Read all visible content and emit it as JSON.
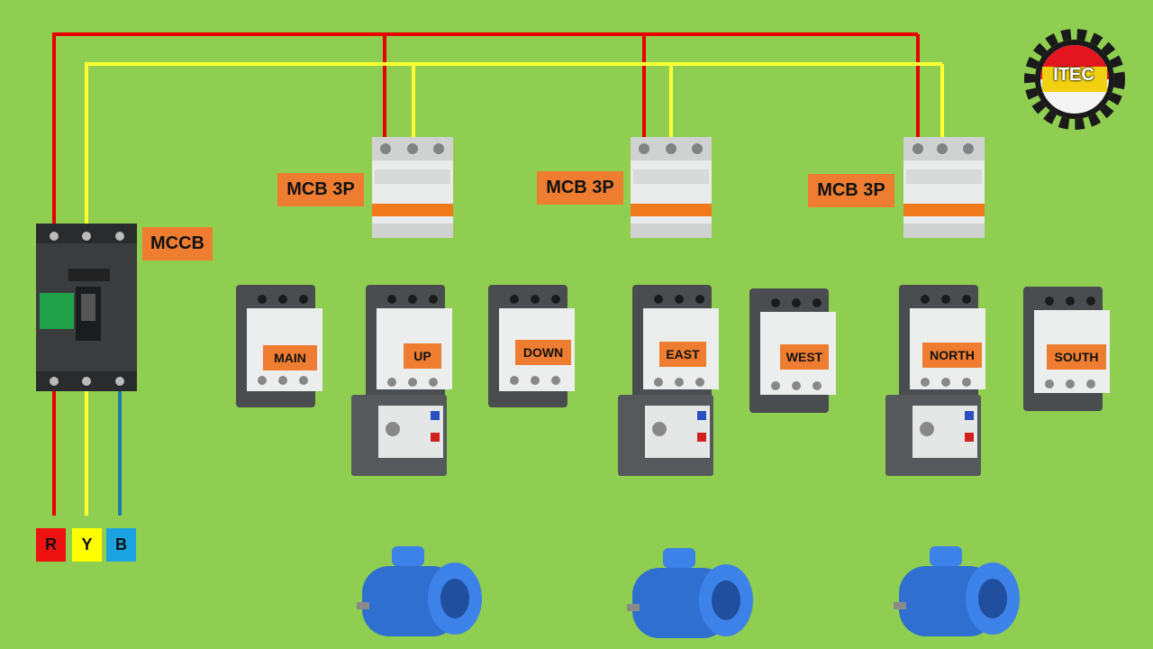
{
  "labels": {
    "mccb": "MCCB",
    "mcb_1": "MCB 3P",
    "mcb_2": "MCB 3P",
    "mcb_3": "MCB 3P"
  },
  "contactors": [
    {
      "label": "MAIN"
    },
    {
      "label": "UP"
    },
    {
      "label": "DOWN"
    },
    {
      "label": "EAST"
    },
    {
      "label": "WEST"
    },
    {
      "label": "NORTH"
    },
    {
      "label": "SOUTH"
    }
  ],
  "phases": [
    {
      "label": "R",
      "color": "#ee1111"
    },
    {
      "label": "Y",
      "color": "#ffff00"
    },
    {
      "label": "B",
      "color": "#1aa3e0"
    }
  ],
  "logo": {
    "text": "ITEC"
  },
  "colors": {
    "background": "#8fce50",
    "wire_red": "#e60000",
    "wire_yellow": "#ffff33",
    "wire_blue": "#1a7fb0",
    "label_bg": "#ee7d31",
    "motor": "#2f6fd0"
  }
}
